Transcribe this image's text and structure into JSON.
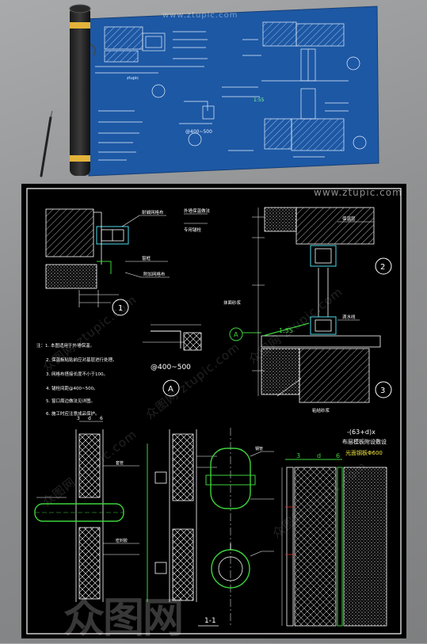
{
  "watermark": {
    "site": "www.ztupic.com",
    "repeated": [
      "众图网  ztupic.com",
      "众图网  ztupic.com",
      "众图网  ztupic.com",
      "众图网  ztupic.com",
      "众图网  ztupic.com"
    ],
    "logo": "众图网"
  },
  "drawing": {
    "callouts": {
      "c1": "1",
      "c2": "2",
      "c3": "3",
      "cA": "A",
      "section": "1-1"
    },
    "dims": {
      "spacing": "@400~500",
      "d_top": "3",
      "d_mid": "d",
      "d_right": "6",
      "ratio": "1:55"
    },
    "pipe_note": {
      "line1": "-(63+d)x",
      "line2": "布层模板附设敷设",
      "line3": "光面钢板Φ600"
    },
    "notes": [
      "注：1. 本图适用于外墙保温。",
      "2. 保温板粘贴前应对基层进行处理。",
      "3. 网格布搭接长度不小于100。",
      "4. 锚栓间距@400~500。",
      "5. 窗口周边做法见详图。",
      "6. 施工时应注意成品保护。"
    ],
    "labels": {
      "l1": "外墙保温做法",
      "l2": "耐碱网格布",
      "l3": "专用锚栓",
      "l4": "窗框",
      "l5": "附加网格布",
      "l6": "滴水线",
      "l7": "保温层",
      "l8": "粘结砂浆",
      "l9": "抹面砂浆",
      "l10": "套管",
      "l11": "钢管",
      "l12": "密封胶"
    }
  },
  "colors": {
    "blueprint_bg": "#1d58a4",
    "cad_bg": "#000000",
    "cad_line": "#ffffff",
    "cad_green": "#3cd23c",
    "cad_yellow": "#f2e63c",
    "cad_cyan": "#4dd8e8",
    "cad_red": "#e03030"
  },
  "icons": [
    "paper-roll-icon",
    "pen-icon"
  ]
}
